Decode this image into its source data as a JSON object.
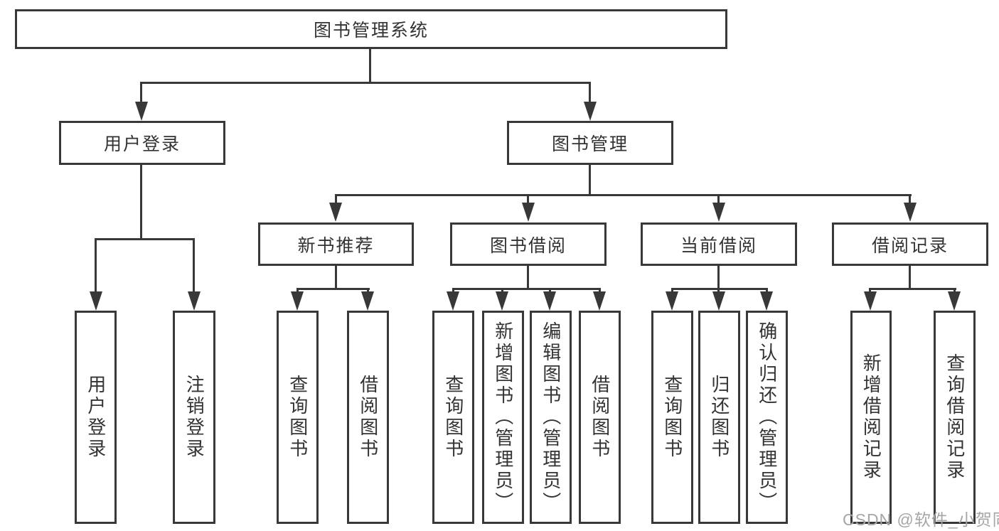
{
  "colors": {
    "line": "#383838",
    "text": "#333333",
    "watermark": "#a6a6a6",
    "background": "#ffffff"
  },
  "nodes": {
    "root": "图书管理系统",
    "user_login": "用户登录",
    "book_mgmt": "图书管理",
    "new_book_rec": "新书推荐",
    "book_borrow": "图书借阅",
    "current_borrow": "当前借阅",
    "borrow_records": "借阅记录",
    "leaf_user_login": "用户登录",
    "leaf_logout": "注销登录",
    "leaf_rec_query": "查询图书",
    "leaf_rec_borrow": "借阅图书",
    "leaf_borrow_query": "查询图书",
    "leaf_borrow_add": "新增图书（管理员）",
    "leaf_borrow_edit": "编辑图书（管理员）",
    "leaf_borrow_borrow": "借阅图书",
    "leaf_cur_query": "查询图书",
    "leaf_cur_return": "归还图书",
    "leaf_cur_confirm": "确认归还（管理员）",
    "leaf_records_add": "新增借阅记录",
    "leaf_records_query": "查询借阅记录"
  },
  "watermark": "CSDN @软件_小贺同学"
}
